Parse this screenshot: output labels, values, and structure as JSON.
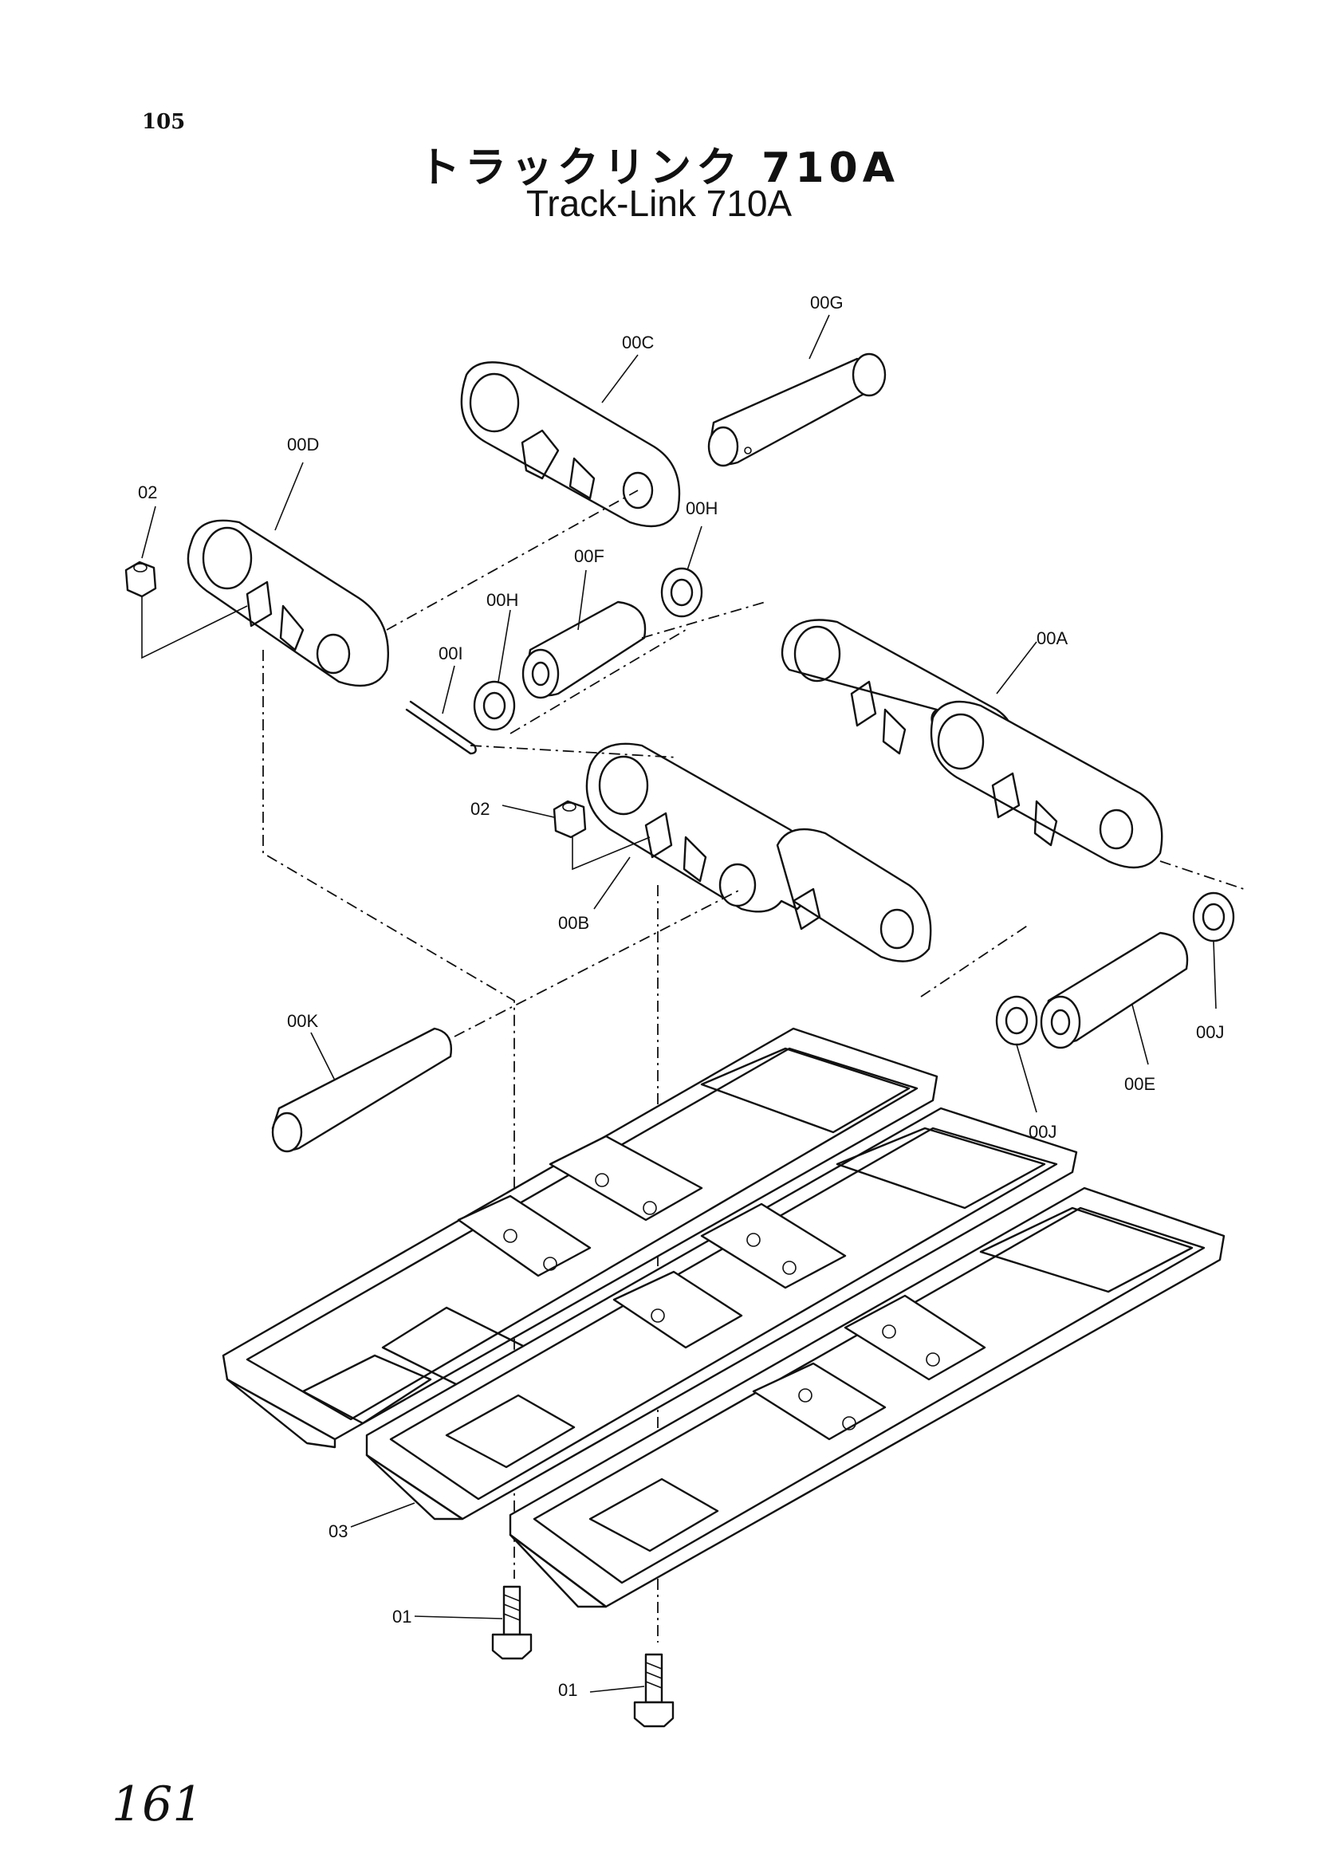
{
  "page_number": "105",
  "title_jp": "トラックリンク 710A",
  "title_en": "Track-Link 710A",
  "handwritten_number": "161",
  "callouts": {
    "00G": "00G",
    "00C": "00C",
    "00D": "00D",
    "02_top": "02",
    "00H_right": "00H",
    "00F": "00F",
    "00H_left": "00H",
    "00I": "00I",
    "00A": "00A",
    "02_mid": "02",
    "00B": "00B",
    "00K": "00K",
    "00J_right": "00J",
    "00E": "00E",
    "00J_left": "00J",
    "03": "03",
    "01_left": "01",
    "01_right": "01"
  }
}
